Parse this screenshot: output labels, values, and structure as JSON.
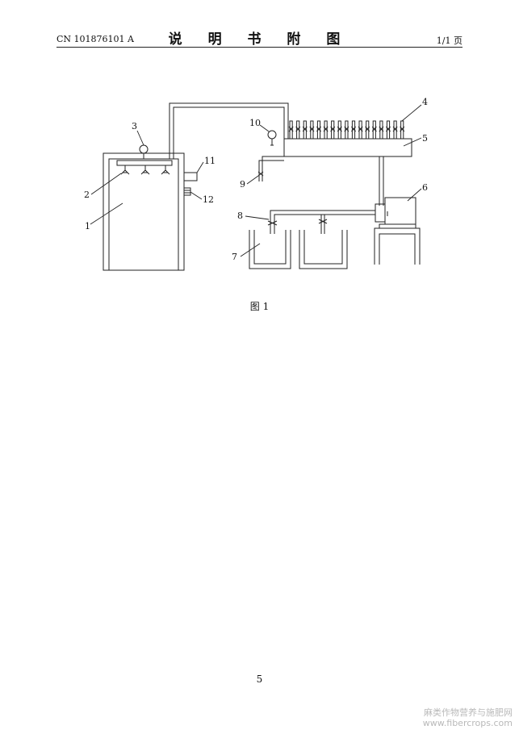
{
  "header": {
    "patent_number": "CN 101876101 A",
    "title": "说 明 书 附 图",
    "page_of": "1/1 页"
  },
  "figure": {
    "caption": "图 1",
    "labels": [
      "1",
      "2",
      "3",
      "4",
      "5",
      "6",
      "7",
      "8",
      "9",
      "10",
      "11",
      "12"
    ]
  },
  "footer": {
    "page_number": "5"
  },
  "watermark": {
    "line1": "麻类作物营养与施肥网",
    "line2": "www.fibercrops.com"
  }
}
